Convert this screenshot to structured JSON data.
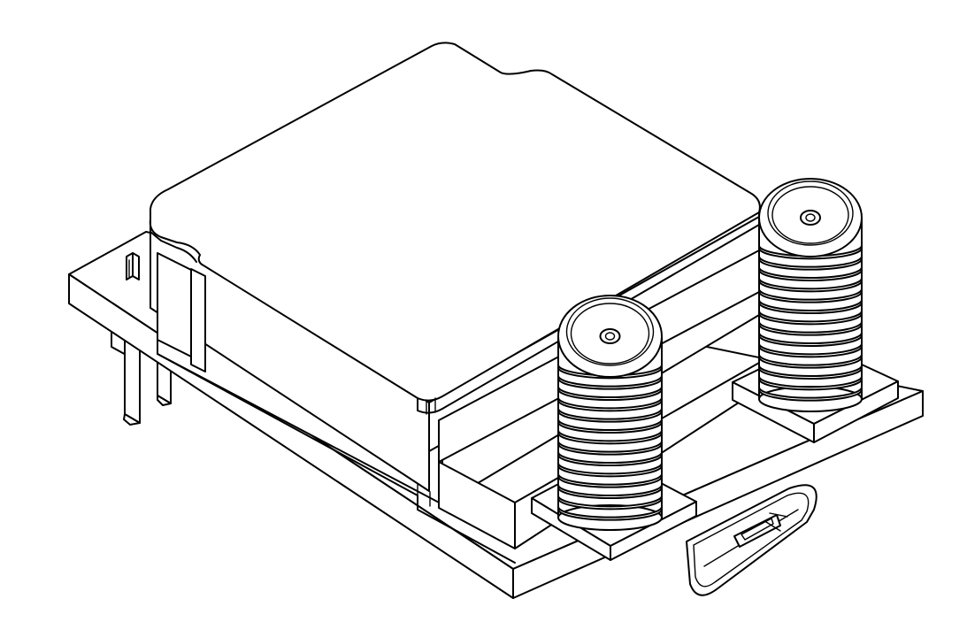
{
  "drawing": {
    "kind": "isometric line drawing",
    "components": [
      {
        "id": "pcb-board",
        "icon": "circuit-board"
      },
      {
        "id": "rf-shield-can",
        "icon": "shield-can"
      },
      {
        "id": "sma-connector",
        "icon": "sma-connector",
        "count": 2,
        "thread_rings": 14
      },
      {
        "id": "usb-c-connector",
        "icon": "usb-c-port"
      },
      {
        "id": "header-pin",
        "icon": "pin",
        "count": 2
      },
      {
        "id": "test-point",
        "icon": "test-pin"
      }
    ],
    "colors": {
      "stroke": "#000000",
      "background": "#ffffff"
    }
  }
}
